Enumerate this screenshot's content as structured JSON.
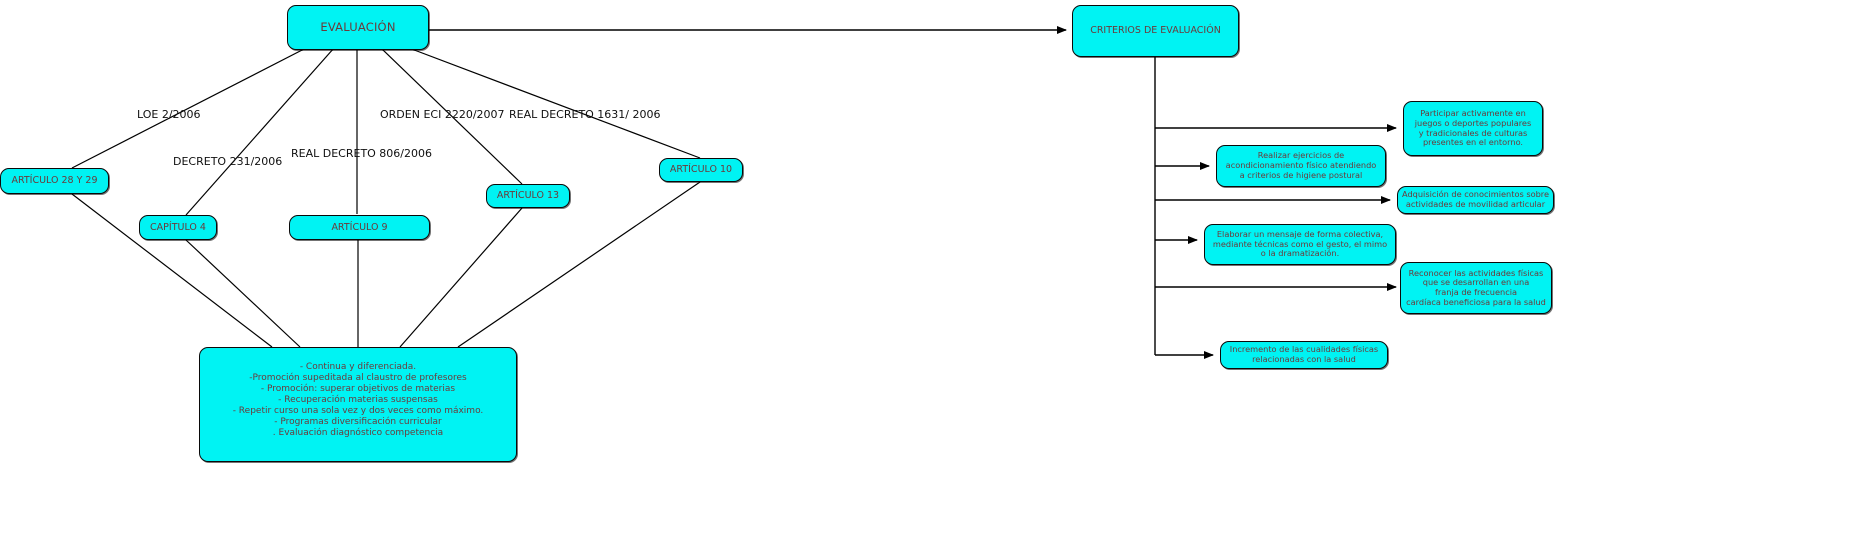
{
  "diagram": {
    "title": "Mapa conceptual de evaluación",
    "accent_color": "#00f3f3",
    "node_text_color": "#6b3a3a",
    "edge_color": "#000000",
    "background": "#ffffff"
  },
  "nodes": {
    "evaluacion": "EVALUACIÓN",
    "criterios": "CRITERIOS DE EVALUACIÓN",
    "articulo_28_29": "ARTÍCULO 28 Y 29",
    "capitulo_4": "CAPÍTULO 4",
    "articulo_9": "ARTÍCULO 9",
    "articulo_13": "ARTÍCULO 13",
    "articulo_10": "ARTÍCULO 10",
    "resumen": "- Continua y diferenciada.\n-Promoción supeditada al claustro de profesores\n- Promoción: superar objetivos de materias\n- Recuperación materias suspensas\n- Repetir curso una sola vez y dos veces como máximo.\n- Programas diversificación curricular\n. Evaluación diagnóstico competencia",
    "criterio_1": "Participar activamente en\njuegos o deportes populares\ny tradicionales de culturas\npresentes en el entorno.",
    "criterio_2": "Realizar ejercicios de\nacondicionamiento físico atendiendo\na criterios de higiene postural",
    "criterio_3": "Adquisición de conocimientos sobre\nactividades de movilidad articular",
    "criterio_4": "Elaborar un mensaje de forma colectiva,\nmediante técnicas como el gesto, el mimo\no la dramatización.",
    "criterio_5": "Reconocer las actividades físicas\nque se desarrollan en una\nfranja de frecuencia\ncardíaca beneficiosa para la salud",
    "criterio_6": "Incremento de las cualidades físicas\nrelacionadas con la salud"
  },
  "edge_labels": {
    "loe": "LOE 2/2006",
    "decreto_231": "DECRETO 231/2006",
    "real_decreto_806": "REAL DECRETO 806/2006",
    "orden_eci": "ORDEN ECI 2220/2007",
    "real_decreto_1631": "REAL DECRETO 1631/ 2006"
  }
}
